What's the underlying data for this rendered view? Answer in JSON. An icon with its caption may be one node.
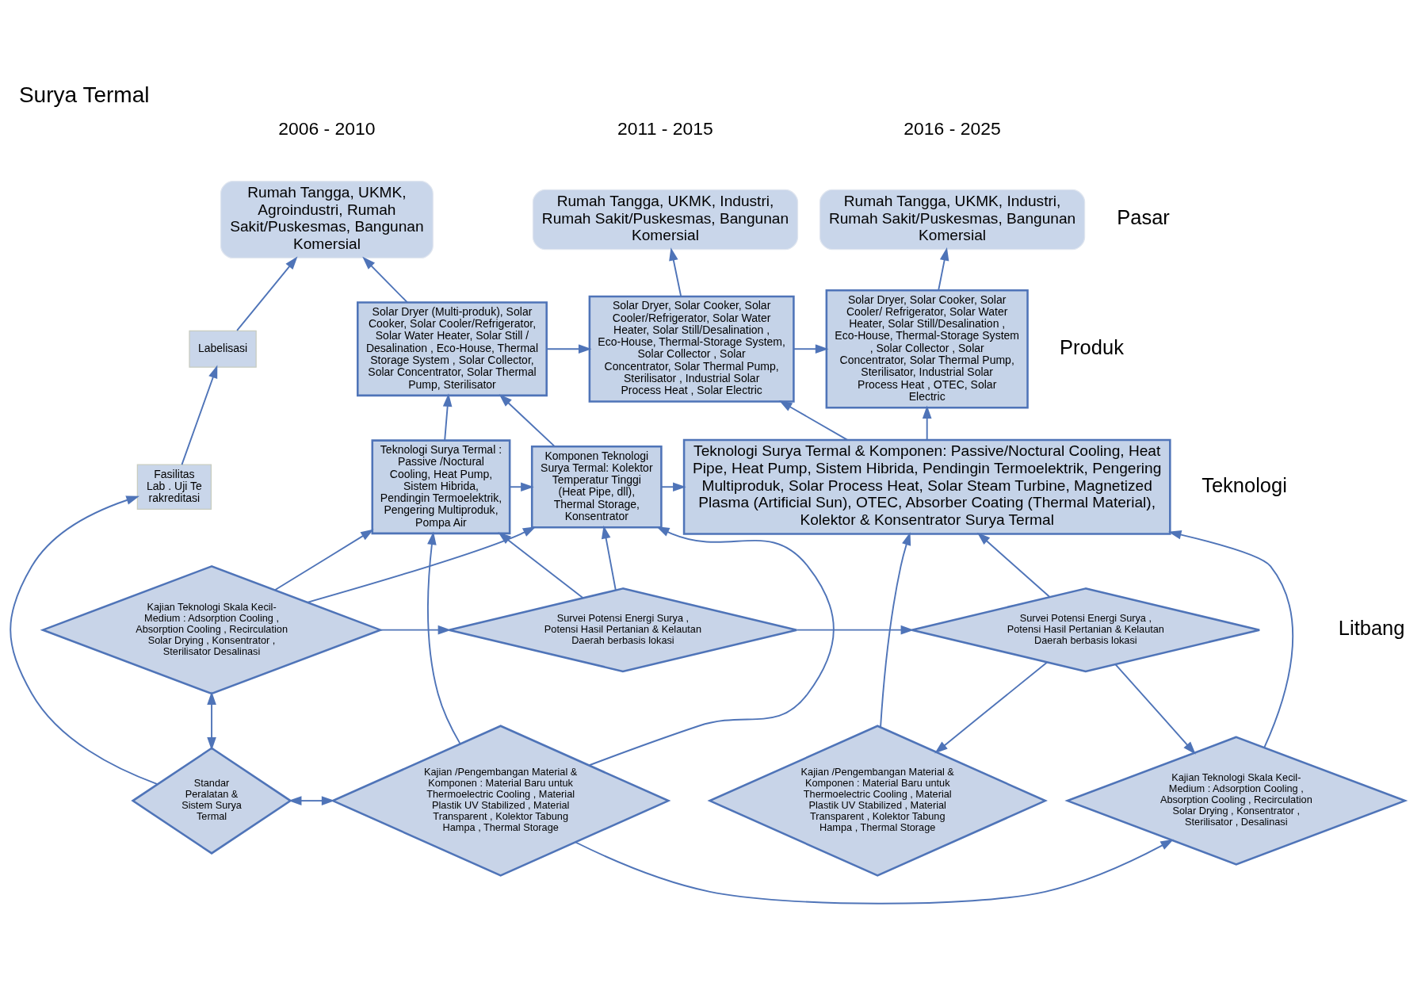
{
  "diagram": {
    "title": "Surya Termal",
    "nodes": [
      {
        "text": [
          "Rumah Tangga, UKMK, Agroindustri, Rumah Sakit/Puskesmas, Bangunan Komersial"
        ]
      },
      {
        "text": [
          "Rumah Tangga, UKMK, Industri, Rumah Sakit/Puskesmas, Bangunan Komersial"
        ]
      },
      {
        "text": [
          "Rumah Tangga, UKMK, Industri, Rumah Sakit/Puskesmas, Bangunan Komersial"
        ]
      },
      {
        "text": [
          "Labelisasi"
        ]
      },
      {
        "text": [
          "Solar Dryer (Multi-produk), Solar Cooker, Solar Cooler/Refrigerator, Solar Water Heater, Solar Still / Desalination , Eco-House, Thermal Storage System , Solar Collector, Solar Concentrator, Solar Thermal Pump, Sterilisator"
        ]
      },
      {
        "text": [
          "Solar Dryer, Solar Cooker, Solar Cooler/Refrigerator, Solar Water Heater, Solar Still/Desalination , Eco-House, Thermal-Storage System, Solar Collector , Solar Concentrator, Solar Thermal Pump, Sterilisator , Industrial Solar Process Heat , Solar Electric"
        ]
      },
      {
        "text": [
          "Solar Dryer, Solar Cooker, Solar Cooler/ Refrigerator, Solar Water Heater, Solar Still/Desalination , Eco-House, Thermal-Storage System , Solar Collector , Solar Concentrator, Solar Thermal Pump, Sterilisator, Industrial Solar Process Heat , OTEC, Solar Electric"
        ]
      },
      {
        "text": [
          "Fasilitas Lab . Uji Terakreditasi"
        ]
      },
      {
        "text": [
          "Teknologi Surya Termal : Passive /Noctural Cooling, Heat Pump, Sistem Hibrida, Pendingin Termoelektrik, Pengering Multiproduk, Pompa Air"
        ]
      },
      {
        "text": [
          "Komponen Teknologi Surya Termal: Kolektor Temperatur Tinggi (Heat Pipe, dll), Thermal Storage, Konsentrator"
        ]
      },
      {
        "text": [
          "Teknologi Surya Termal & Komponen: Passive/Noctural Cooling, Heat Pipe, Heat Pump, Sistem Hibrida, Pendingin Termoelektrik, Pengering Multiproduk, Solar Process Heat, Solar Steam Turbine, Magnetized Plasma (Artificial Sun), OTEC, Absorber Coating (Thermal Material), Kolektor & Konsentrator Surya Termal"
        ]
      },
      {
        "text": [
          "Kajian Teknologi Skala Kecil-Medium : Adsorption Cooling , Absorption Cooling , Recirculation Solar Drying , Konsentrator , Sterilisator Desalinasi"
        ]
      },
      {
        "text": [
          "Survei Potensi Energi Surya , Potensi Hasil Pertanian & Kelautan Daerah berbasis lokasi"
        ]
      },
      {
        "text": [
          "Standar Peralatan & Sistem Surya Termal"
        ]
      },
      {
        "text": [
          "Kajian /Pengembangan Material & Komponen : Material Baru untuk Thermoelectric Cooling , Material Plastik UV Stabilized , Material Transparent , Kolektor Tabung Hampa , Thermal Storage"
        ]
      },
      {
        "text": [
          "Survei Potensi Energi Surya , Potensi Hasil Pertanian & Kelautan Daerah berbasis lokasi"
        ]
      },
      {
        "text": [
          "Kajian Teknologi Skala Kecil-Medium : Adsorption Cooling , Absorption Cooling , Recirculation Solar Drying , Konsentrator , Sterilisator , Desalinasi"
        ]
      },
      {
        "text": [
          "Kajian /Pengembangan Material & Komponen : Material Baru untuk Thermoelectric Cooling , Material Plastik UV Stabilized , Material Transparent , Kolektor Tabung Hampa , Thermal Storage"
        ]
      }
    ],
    "edges": [
      {
        "from": 4,
        "to": 0,
        "arrow": "to"
      },
      {
        "from": 3,
        "to": 0,
        "arrow": "to"
      },
      {
        "from": 7,
        "to": 3,
        "arrow": "to"
      },
      {
        "from": 13,
        "to": 7,
        "arrow": "to"
      },
      {
        "from": 4,
        "to": 5,
        "arrow": "to"
      },
      {
        "from": 5,
        "to": 6,
        "arrow": "to"
      },
      {
        "from": 5,
        "to": 1,
        "arrow": "to"
      },
      {
        "from": 6,
        "to": 2,
        "arrow": "to"
      },
      {
        "from": 8,
        "to": 9,
        "arrow": "to"
      },
      {
        "from": 9,
        "to": 10,
        "arrow": "to"
      },
      {
        "from": 8,
        "to": 4,
        "arrow": "to"
      },
      {
        "from": 9,
        "to": 4,
        "arrow": "to"
      },
      {
        "from": 10,
        "to": 5,
        "arrow": "to"
      },
      {
        "from": 10,
        "to": 6,
        "arrow": "to"
      },
      {
        "from": 11,
        "to": 8,
        "arrow": "to"
      },
      {
        "from": 11,
        "to": 9,
        "arrow": "to"
      },
      {
        "from": 14,
        "to": 8,
        "arrow": "to"
      },
      {
        "from": 14,
        "to": 9,
        "arrow": "to"
      },
      {
        "from": 12,
        "to": 8,
        "arrow": "to"
      },
      {
        "from": 12,
        "to": 9,
        "arrow": "to"
      },
      {
        "from": 16,
        "to": 10,
        "arrow": "to"
      },
      {
        "from": 15,
        "to": 10,
        "arrow": "to"
      },
      {
        "from": 17,
        "to": 10,
        "arrow": "to"
      },
      {
        "from": 11,
        "to": 12,
        "arrow": "to"
      },
      {
        "from": 12,
        "to": 15,
        "arrow": "to"
      },
      {
        "from": 13,
        "to": 11,
        "arrow": "both"
      },
      {
        "from": 13,
        "to": 14,
        "arrow": "both"
      },
      {
        "from": 14,
        "to": 16,
        "arrow": "to"
      },
      {
        "from": 15,
        "to": 16,
        "arrow": "to"
      },
      {
        "from": 15,
        "to": 17,
        "arrow": "to"
      }
    ],
    "labels": [
      "2006 - 2010",
      "2011 - 2015",
      "2016 - 2025",
      "Pasar",
      "Produk",
      "Teknologi",
      "Litbang"
    ]
  }
}
